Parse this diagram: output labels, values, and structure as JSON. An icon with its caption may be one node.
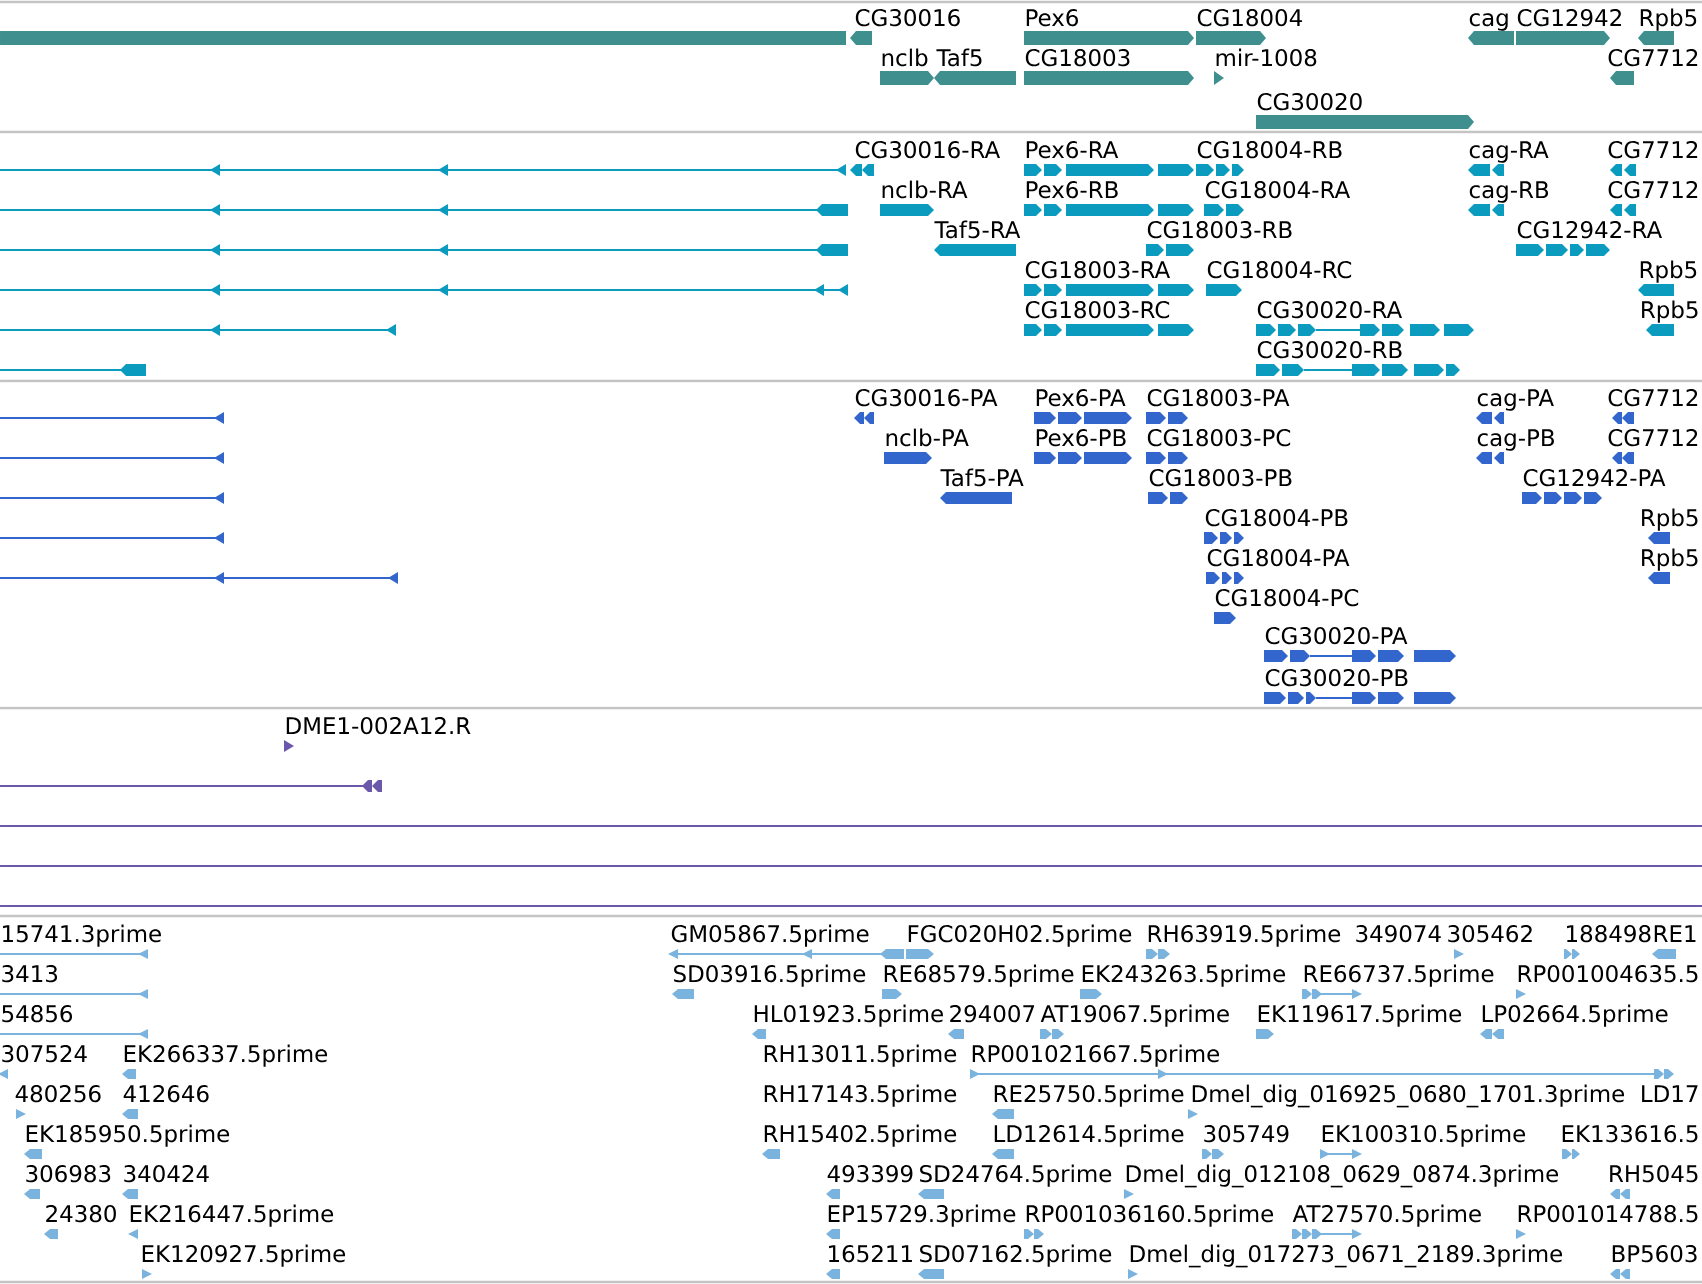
{
  "diagram": {
    "labels": [
      "CG30016",
      "Pex6",
      "CG18004",
      "cag",
      "CG12942",
      "Rpb5",
      "nclb",
      "Taf5",
      "CG18003",
      "mir-1008",
      "CG7712",
      "CG30020",
      "CG30016-RA",
      "Pex6-RA",
      "CG18004-RB",
      "cag-RA",
      "CG7712",
      "nclb-RA",
      "Pex6-RB",
      "CG18004-RA",
      "cag-RB",
      "CG7712",
      "Taf5-RA",
      "CG18003-RB",
      "CG12942-RA",
      "CG18003-RA",
      "CG18004-RC",
      "Rpb5",
      "CG18003-RC",
      "CG30020-RA",
      "Rpb5",
      "CG30020-RB",
      "CG30016-PA",
      "Pex6-PA",
      "CG18003-PA",
      "cag-PA",
      "CG7712",
      "nclb-PA",
      "Pex6-PB",
      "CG18003-PC",
      "cag-PB",
      "CG7712",
      "Taf5-PA",
      "CG18003-PB",
      "CG12942-PA",
      "CG18004-PB",
      "Rpb5",
      "CG18004-PA",
      "Rpb5",
      "CG18004-PC",
      "CG30020-PA",
      "CG30020-PB",
      "DME1-002A12.R",
      "15741.3prime",
      "GM05867.5prime",
      "FGC020H02.5prime",
      "RH63919.5prime",
      "349074",
      "305462",
      "188498",
      "RE1",
      "3413",
      "SD03916.5prime",
      "RE68579.5prime",
      "EK243263.5prime",
      "RE66737.5prime",
      "RP001004635.5",
      "54856",
      "HL01923.5prime",
      "294007",
      "AT19067.5prime",
      "EK119617.5prime",
      "LP02664.5prime",
      "307524",
      "EK266337.5prime",
      "RH13011.5prime",
      "RP001021667.5prime",
      "480256",
      "412646",
      "RH17143.5prime",
      "RE25750.5prime",
      "Dmel_dig_016925_0680_1701.3prime",
      "LD17",
      "EK185950.5prime",
      "RH15402.5prime",
      "LD12614.5prime",
      "305749",
      "EK100310.5prime",
      "EK133616.5",
      "306983",
      "340424",
      "493399",
      "SD24764.5prime",
      "Dmel_dig_012108_0629_0874.3prime",
      "RH5045",
      "24380",
      "EK216447.5prime",
      "EP15729.3prime",
      "RP001036160.5prime",
      "AT27570.5prime",
      "RP001014788.5",
      "EK120927.5prime",
      "165211",
      "SD07162.5prime",
      "Dmel_dig_017273_0671_2189.3prime",
      "BP5603"
    ]
  }
}
